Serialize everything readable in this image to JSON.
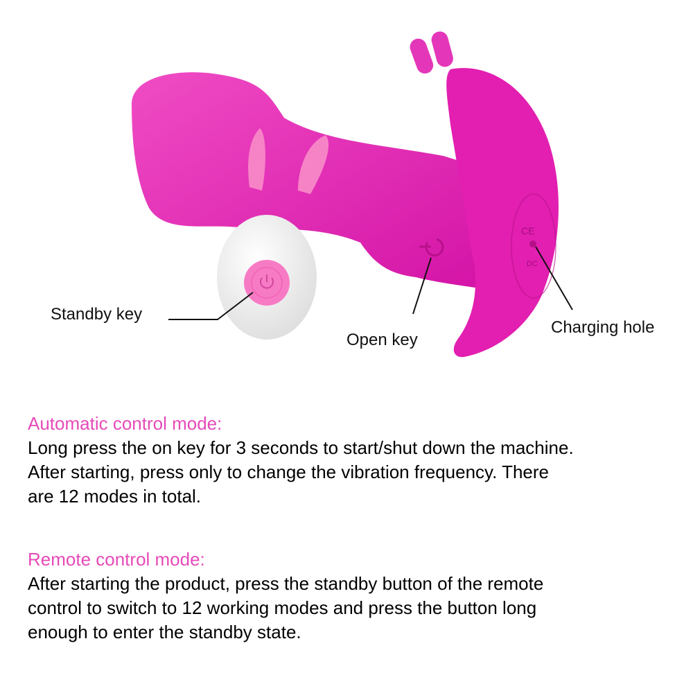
{
  "figure": {
    "accent_color": "#e21fb0",
    "remote_color": "#f2f2f2",
    "button_color": "#f77bc4",
    "labels": {
      "standby_key": "Standby key",
      "open_key": "Open key",
      "charging_hole": "Charging hole"
    },
    "markings": {
      "ce": "CE",
      "dc": "DC"
    },
    "icons": {
      "standby": "power-icon",
      "open": "power-icon"
    }
  },
  "sections": [
    {
      "title": "Automatic control mode:",
      "body_lines": [
        "Long press the on key for 3 seconds to start/shut down the machine.",
        "After starting, press only to change the vibration frequency. There",
        "are 12 modes in total."
      ]
    },
    {
      "title": "Remote control mode:",
      "body_lines": [
        "After starting the product, press the standby button of the remote",
        "control to switch to 12 working modes and press the button long",
        "enough to enter the standby state."
      ]
    }
  ],
  "colors": {
    "section_title": "#e64ab8",
    "body_text": "#000000"
  }
}
